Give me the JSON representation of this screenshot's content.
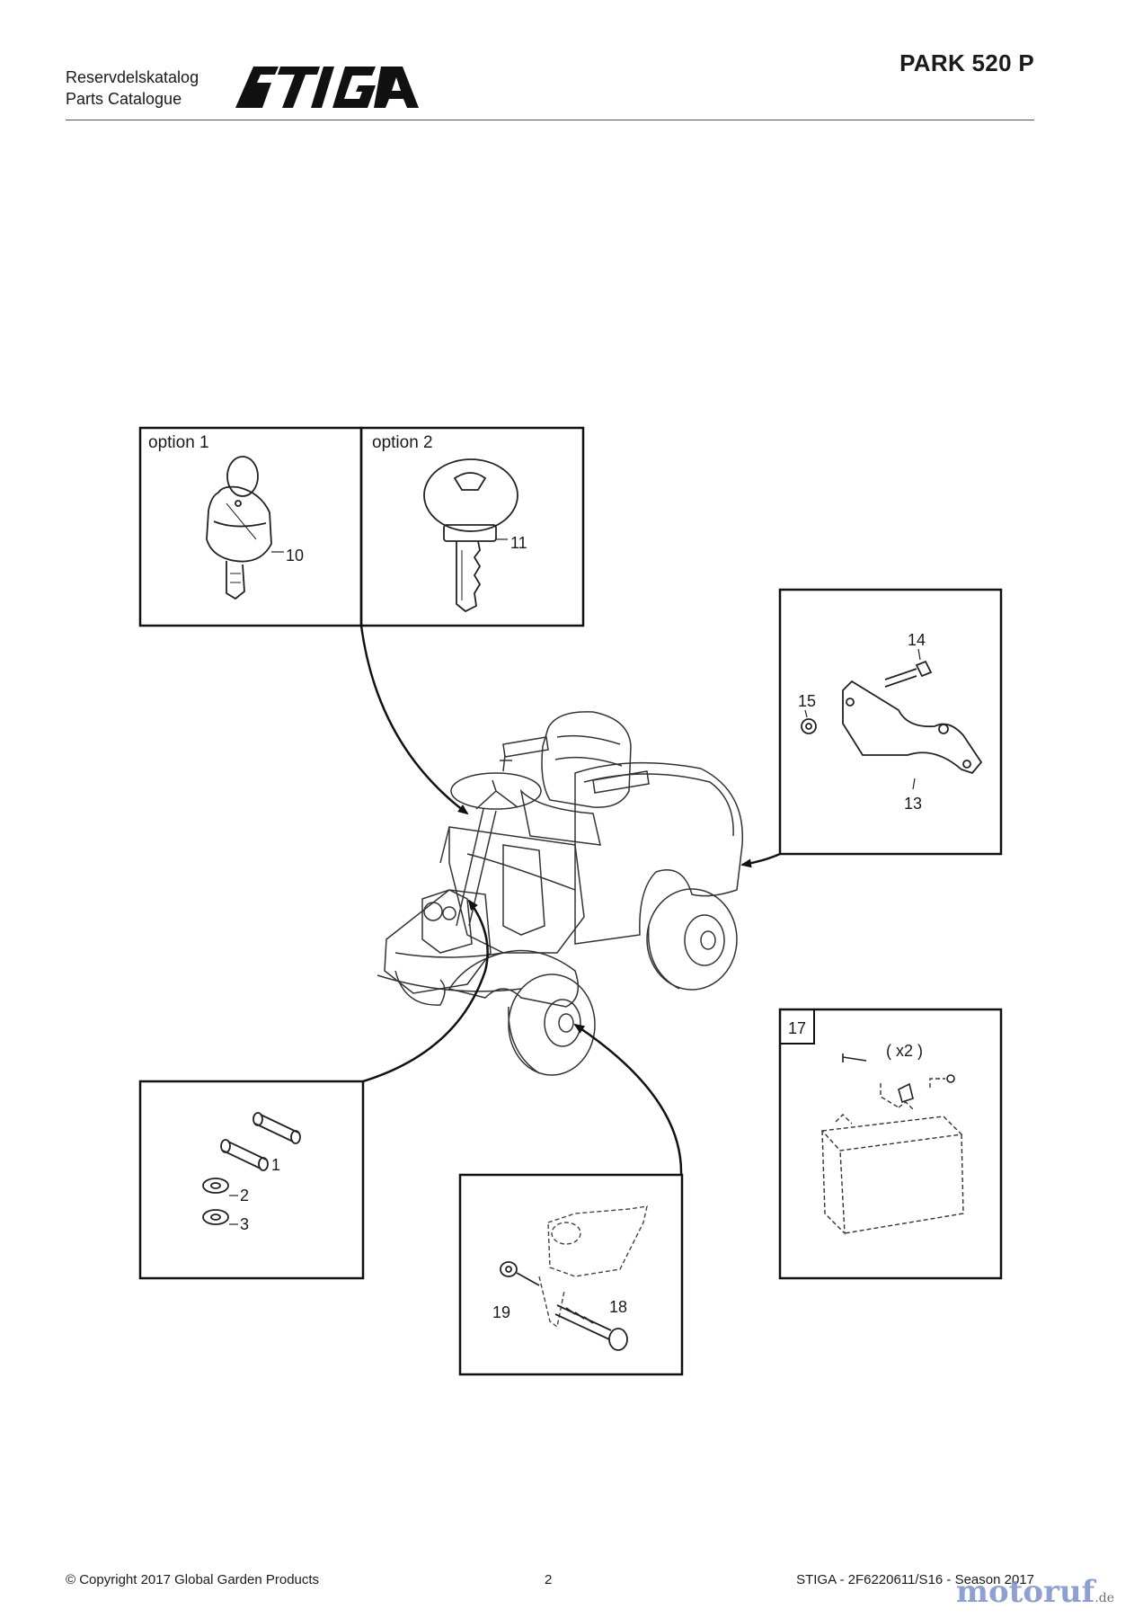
{
  "header": {
    "catalog_sv": "Reservdelskatalog",
    "catalog_en": "Parts Catalogue",
    "brand": "STIGA",
    "model": "PARK 520 P"
  },
  "diagram": {
    "option1_label": "option 1",
    "option2_label": "option 2",
    "quantity_note": "( x2 )",
    "callouts": [
      "10",
      "11",
      "14",
      "15",
      "13",
      "17",
      "1",
      "2",
      "3",
      "19",
      "18"
    ]
  },
  "footer": {
    "copyright": "© Copyright 2017 Global Garden Products",
    "page": "2",
    "doc_ref": "STIGA - 2F6220611/S16 - Season 2017"
  },
  "watermark": {
    "text": "motoruf",
    "suffix": ".de"
  }
}
